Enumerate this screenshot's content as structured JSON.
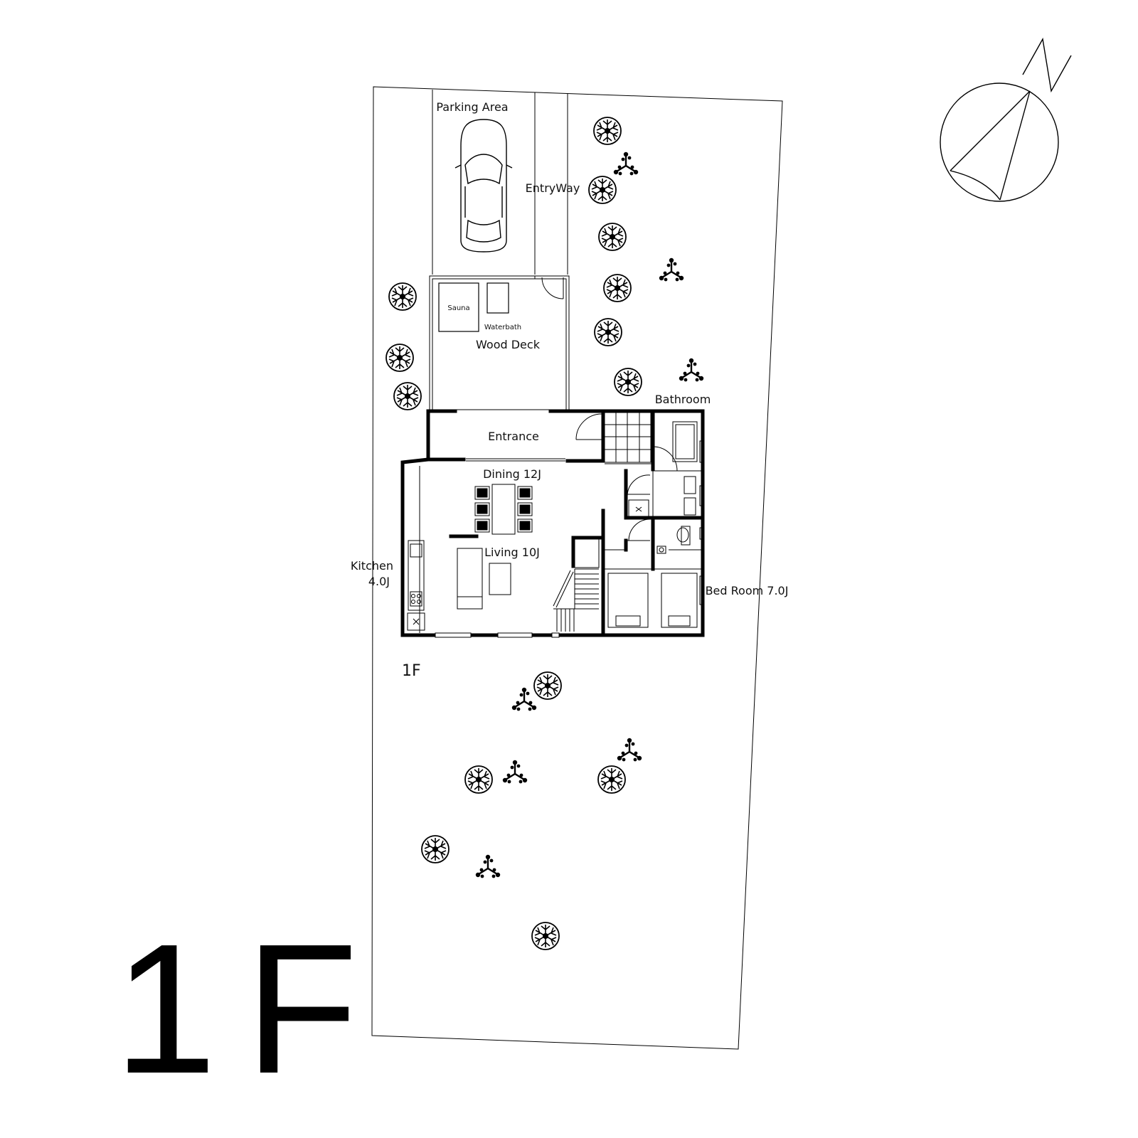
{
  "labels": {
    "parking_area": "Parking Area",
    "entryway": "EntryWay",
    "sauna": "Sauna",
    "waterbath": "Waterbath",
    "wood_deck": "Wood Deck",
    "bathroom": "Bathroom",
    "entrance": "Entrance",
    "dining": "Dining 12J",
    "living": "Living 10J",
    "kitchen_line1": "Kitchen",
    "kitchen_line2": "4.0J",
    "bedroom": "Bed Room 7.0J",
    "floor_small": "1F",
    "floor_big": "1F"
  },
  "compass": {
    "north_label": "N"
  },
  "colors": {
    "line": "#000000",
    "background": "#ffffff"
  }
}
